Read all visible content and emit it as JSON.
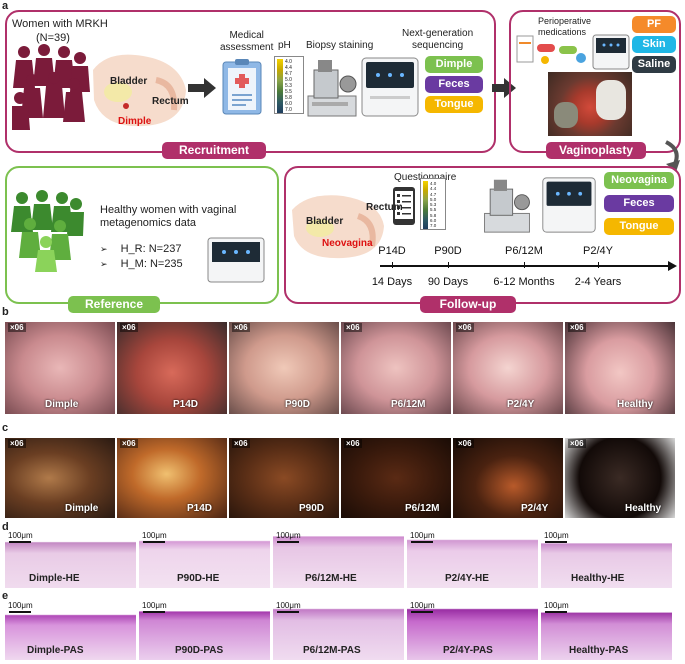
{
  "panels": {
    "a": "a",
    "b": "b",
    "c": "c",
    "d": "d",
    "e": "e"
  },
  "recruitment": {
    "title": "Women with MRKH",
    "n": "(N=39)",
    "bladder": "Bladder",
    "rectum": "Rectum",
    "dimple": "Dimple",
    "medical": "Medical\nassessment",
    "ph": "pH",
    "ph_scale": [
      "4.0",
      "4.4",
      "4.7",
      "5.0",
      "5.3",
      "5.5",
      "5.8",
      "6.0",
      "7.0"
    ],
    "biopsy": "Biopsy staining",
    "ngs": "Next-generation\nsequencing",
    "tags": [
      "Dimple",
      "Feces",
      "Tongue"
    ],
    "label": "Recruitment"
  },
  "vaginoplasty": {
    "periop": "Perioperative\nmedications",
    "tags": [
      "PF",
      "Skin",
      "Saline"
    ],
    "label": "Vaginoplasty"
  },
  "reference": {
    "text": "Healthy women with vaginal\nmetagenomics data",
    "items": [
      "H_R: N=237",
      "H_M: N=235"
    ],
    "label": "Reference"
  },
  "followup": {
    "questionnaire": "Questionnaire",
    "bladder": "Bladder",
    "rectum": "Rectum",
    "neovagina": "Neovagina",
    "tags": [
      "Neovagina",
      "Feces",
      "Tongue"
    ],
    "timepoints": [
      "P14D",
      "P90D",
      "P6/12M",
      "P2/4Y"
    ],
    "durations": [
      "14 Days",
      "90 Days",
      "6-12 Months",
      "2-4 Years"
    ],
    "label": "Follow-up"
  },
  "row_b": {
    "mag": "×06",
    "captions": [
      "Dimple",
      "P14D",
      "P90D",
      "P6/12M",
      "P2/4Y",
      "Healthy"
    ]
  },
  "row_c": {
    "mag": "×06",
    "captions": [
      "Dimple",
      "P14D",
      "P90D",
      "P6/12M",
      "P2/4Y",
      "Healthy"
    ]
  },
  "row_d": {
    "scale": "100μm",
    "captions": [
      "Dimple-HE",
      "P90D-HE",
      "P6/12M-HE",
      "P2/4Y-HE",
      "Healthy-HE"
    ]
  },
  "row_e": {
    "scale": "100μm",
    "captions": [
      "Dimple-PAS",
      "P90D-PAS",
      "P6/12M-PAS",
      "P2/4Y-PAS",
      "Healthy-PAS"
    ]
  },
  "colors": {
    "recruit": "#b0306a",
    "reference": "#7cc14f",
    "dimple": "#7cc14f",
    "feces": "#6a3aa1",
    "tongue": "#f5b700",
    "pf": "#f58a2a",
    "skin": "#1fb7e6",
    "saline": "#2f3b44"
  }
}
